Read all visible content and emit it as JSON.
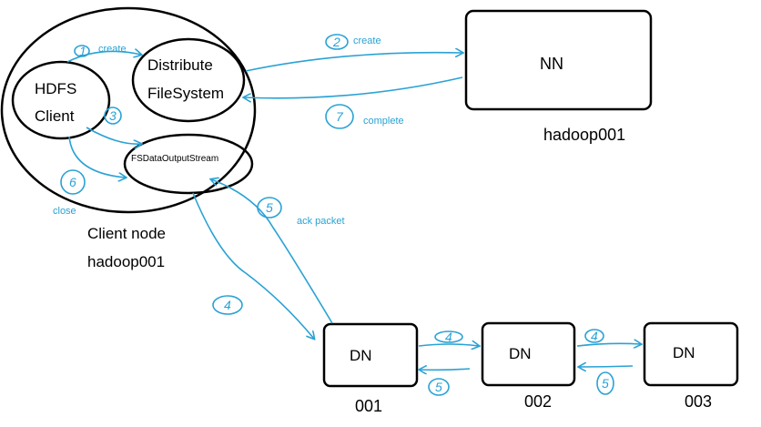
{
  "nodes": {
    "hdfs_client": {
      "line1": "HDFS",
      "line2": "Client"
    },
    "dfs": {
      "line1": "Distribute",
      "line2": "FileSystem"
    },
    "fsdos": {
      "label": "FSDataOutputStream"
    },
    "client_node": {
      "line1": "Client node",
      "line2": "hadoop001"
    },
    "nn": {
      "label": "NN",
      "host": "hadoop001"
    },
    "dn1": {
      "label": "DN",
      "id": "001"
    },
    "dn2": {
      "label": "DN",
      "id": "002"
    },
    "dn3": {
      "label": "DN",
      "id": "003"
    }
  },
  "steps": {
    "s1": {
      "num": "1",
      "text": "create"
    },
    "s2": {
      "num": "2",
      "text": "create"
    },
    "s3": {
      "num": "3"
    },
    "s4": {
      "num": "4"
    },
    "s4b": {
      "num": "4"
    },
    "s4c": {
      "num": "4"
    },
    "s5": {
      "num": "5",
      "text": "ack packet"
    },
    "s5b": {
      "num": "5"
    },
    "s5c": {
      "num": "5"
    },
    "s6": {
      "num": "6",
      "text": "close"
    },
    "s7": {
      "num": "7",
      "text": "complete"
    }
  },
  "colors": {
    "arrow": "#2aa2d4",
    "outline": "#000000"
  }
}
